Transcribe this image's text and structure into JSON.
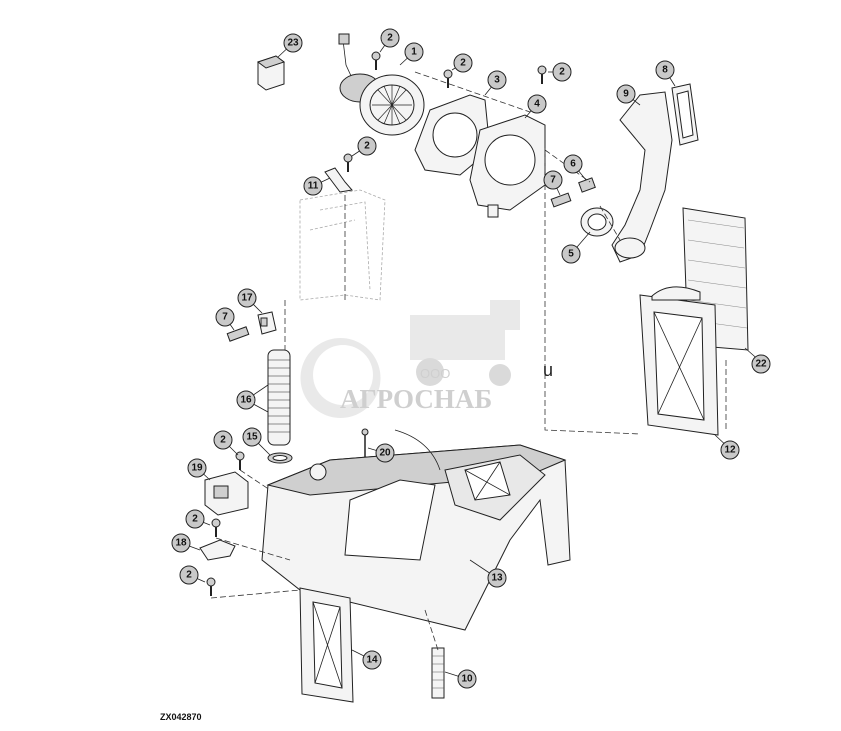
{
  "figure_code": "ZX042870",
  "watermark": {
    "line1": "ООО",
    "line2": "АГРОСНАБ"
  },
  "stray_mark": "u",
  "callouts": [
    "1",
    "2",
    "3",
    "4",
    "5",
    "6",
    "7",
    "8",
    "9",
    "10",
    "11",
    "12",
    "13",
    "14",
    "15",
    "16",
    "17",
    "18",
    "19",
    "20",
    "22",
    "23"
  ]
}
